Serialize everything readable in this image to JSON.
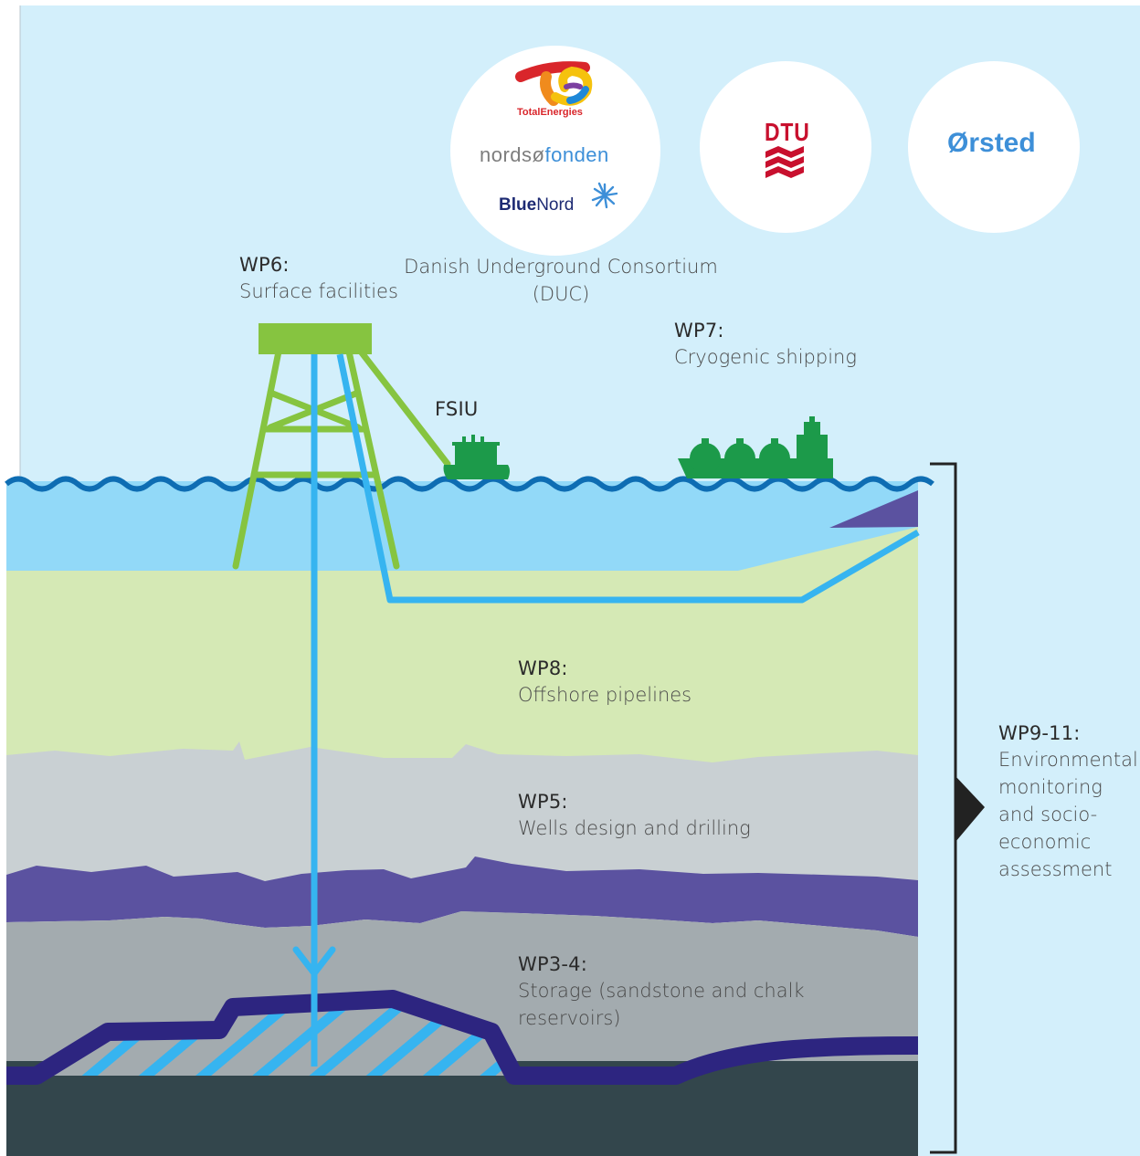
{
  "colors": {
    "sky": "#d3effb",
    "sea": "#92d9f8",
    "wave": "#0e6db3",
    "platform": "#86c440",
    "pipe": "#36b4f0",
    "ship": "#1c9a4a",
    "seabed": "#d5e9b5",
    "rock_light": "#c9d0d3",
    "caprock": "#5b52a0",
    "rock_dark": "#a3abaf",
    "reservoir_seal": "#2d2580",
    "basement": "#33464c",
    "bracket_fill": "#d3effb",
    "bracket_line": "#222222",
    "totalenergies_red": "#d9262b",
    "dtu_red": "#c8102e",
    "orsted_blue": "#3d8fd8",
    "bluenord_navy": "#1d2a73"
  },
  "partners": {
    "consortium_logos": {
      "totalenergies": "TotalEnergies",
      "nordsofonden_gray": "nordsø",
      "nordsofonden_blue": "fonden",
      "bluenord_bold": "Blue",
      "bluenord_light": "Nord"
    },
    "consortium_label_line1": "Danish Underground Consortium",
    "consortium_label_line2": "(DUC)",
    "dtu": "DTU",
    "orsted": "Ørsted"
  },
  "labels": {
    "wp6": {
      "head": "WP6:",
      "body": "Surface facilities"
    },
    "wp7": {
      "head": "WP7:",
      "body": "Cryogenic shipping"
    },
    "fsiu": "FSIU",
    "wp8": {
      "head": "WP8:",
      "body": "Offshore pipelines"
    },
    "wp5": {
      "head": "WP5:",
      "body": "Wells design and drilling"
    },
    "wp34": {
      "head": "WP3-4:",
      "body_line1": "Storage (sandstone and chalk",
      "body_line2": "reservoirs)"
    },
    "wp911": {
      "head": "WP9-11:",
      "lines": [
        "Environmental",
        "monitoring",
        "and socio-",
        "economic",
        "assessment"
      ]
    }
  },
  "icons": [
    "totalenergies-logo",
    "bluenord-star-icon",
    "dtu-logo",
    "orsted-logo",
    "platform-icon",
    "fsiu-vessel-icon",
    "lng-carrier-icon",
    "well-arrow-icon"
  ]
}
